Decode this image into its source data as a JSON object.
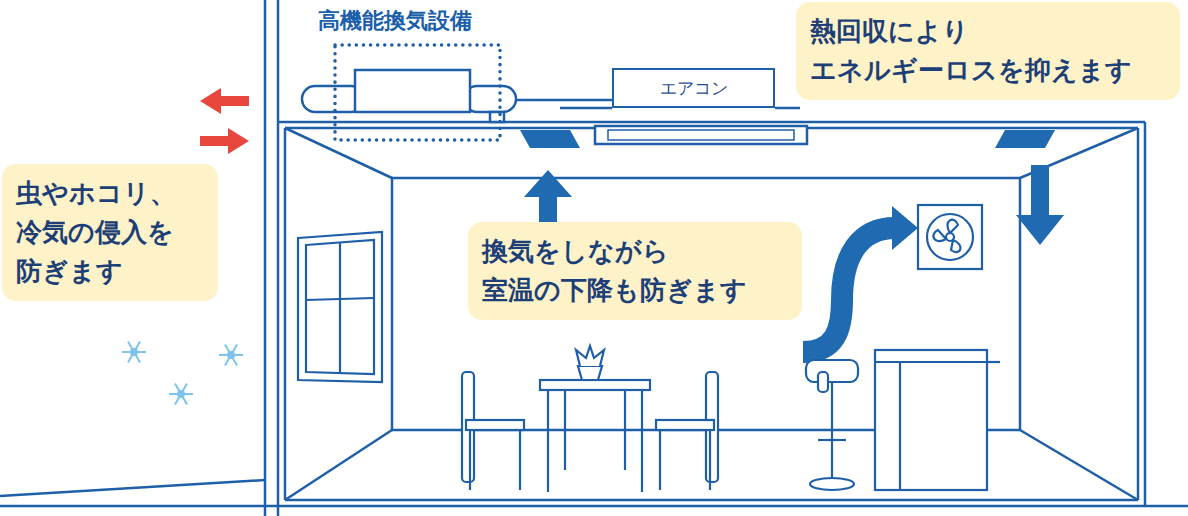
{
  "diagram": {
    "nodes": [
      {
        "text": [
          "高機能換気設備"
        ]
      },
      {
        "text": [
          "エアコン"
        ]
      },
      {
        "text": [
          "熱回収により エネルギーロスを抑えます"
        ]
      },
      {
        "text": [
          "虫やホコリ、 冷気の侵入を 防ぎます"
        ]
      },
      {
        "text": [
          "換気をしながら 室温の下降も防ぎます"
        ]
      }
    ]
  }
}
